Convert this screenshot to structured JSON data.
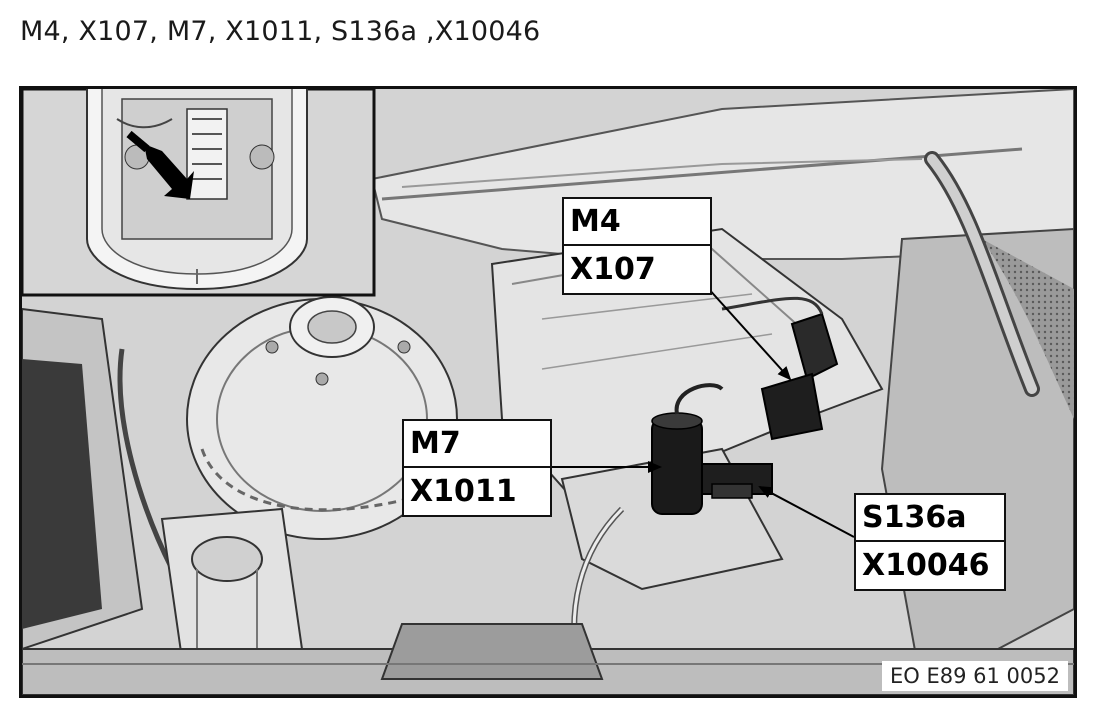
{
  "caption": "M4, X107, M7, X1011, S136a ,X10046",
  "callouts": {
    "m4_group": {
      "top": "M4",
      "bottom": "X107"
    },
    "m7_group": {
      "top": "M7",
      "bottom": "X1011"
    },
    "s136a_group": {
      "top": "S136a",
      "bottom": "X10046"
    }
  },
  "reference_code": "EO E89 61 0052"
}
